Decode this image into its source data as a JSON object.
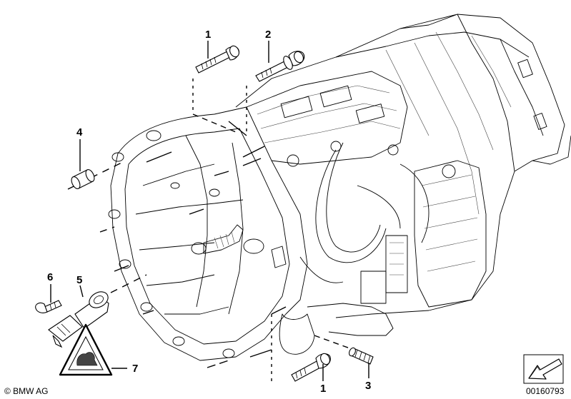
{
  "diagram": {
    "callouts": {
      "c1_top": "1",
      "c2_top": "2",
      "c4": "4",
      "c6": "6",
      "c5": "5",
      "c7": "7",
      "c1_bottom": "1",
      "c3": "3"
    },
    "copyright": "© BMW AG",
    "drawing_number": "00160793",
    "line_color": "#000000",
    "background": "#ffffff",
    "icons": [
      "transmission-drawing",
      "bolt-icon",
      "sleeve-icon",
      "sensor-icon",
      "warning-triangle-icon",
      "direction-arrow-icon"
    ]
  }
}
